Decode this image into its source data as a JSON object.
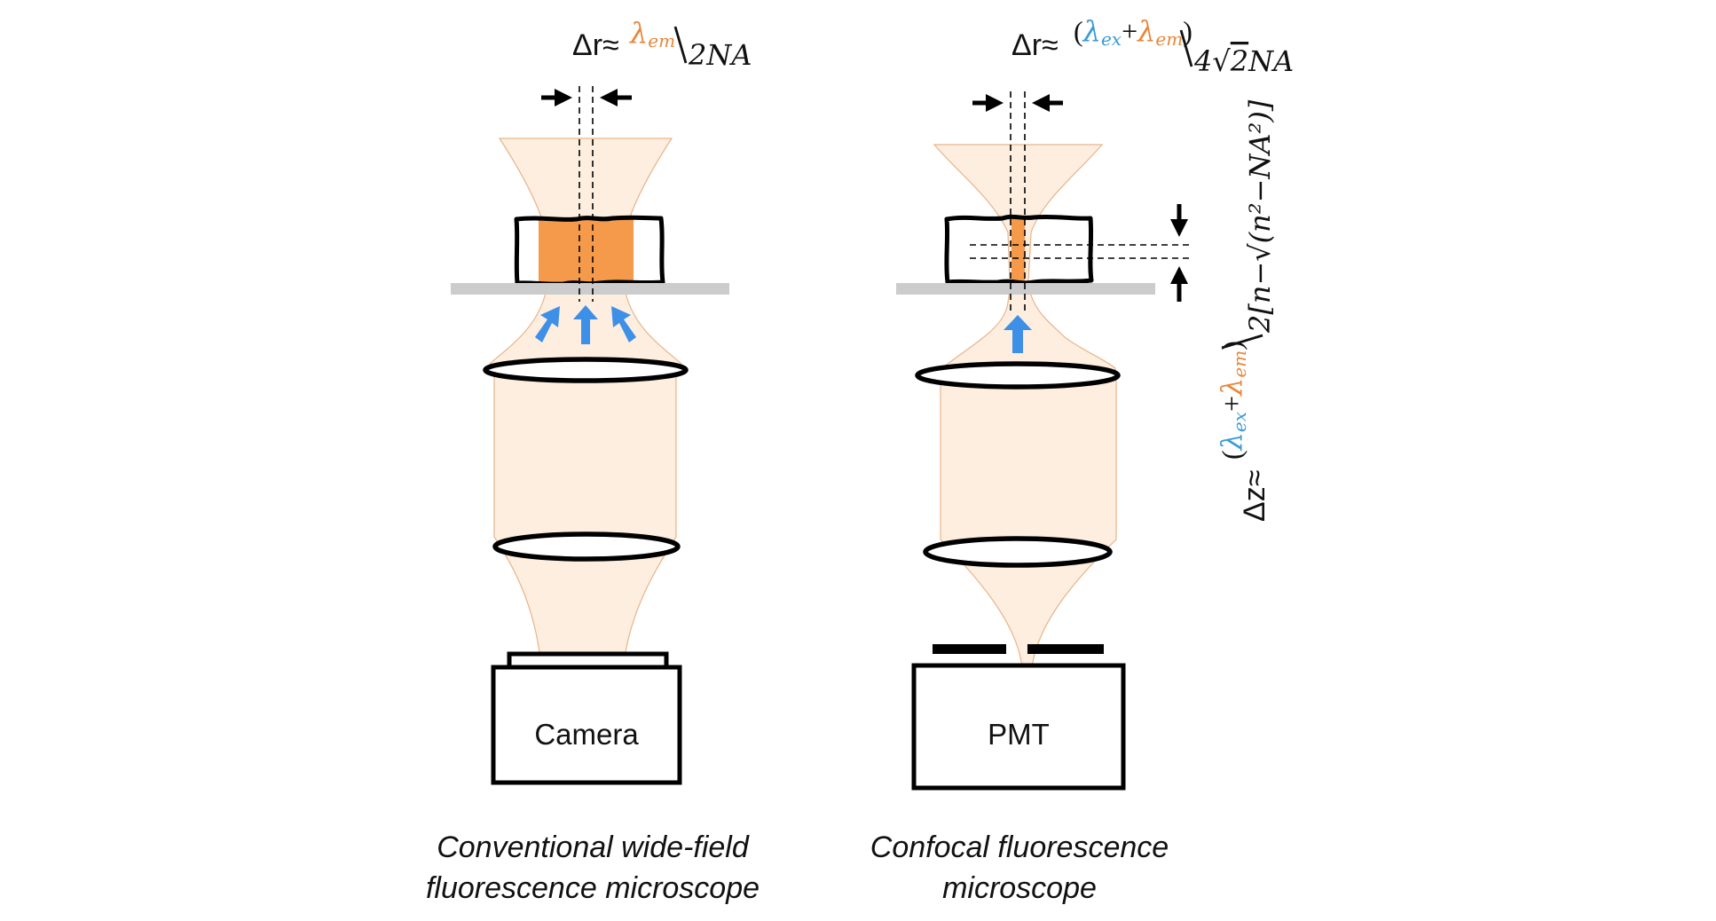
{
  "figure": {
    "colors": {
      "beam_fill": "#fdeee0",
      "beam_edge": "#e8b48a",
      "sample_fluorescence": "#f49a4a",
      "excitation_arrow": "#3d8fe8",
      "lambda_ex_text": "#3a9ad6",
      "lambda_em_text": "#e8873a",
      "cover_glass": "#cccccc"
    },
    "widefield": {
      "formula": {
        "lhs": "Δr≈",
        "numerator_symbol": "λ",
        "numerator_subscript": "em",
        "slash": "/",
        "denominator": "2NA"
      },
      "detector_label": "Camera",
      "caption_line1": "Conventional wide-field",
      "caption_line2": "fluorescence microscope"
    },
    "confocal": {
      "formula": {
        "lhs": "Δr≈",
        "open_paren": "(",
        "lambda_ex_symbol": "λ",
        "lambda_ex_subscript": "ex",
        "plus": "+",
        "lambda_em_symbol": "λ",
        "lambda_em_subscript": "em",
        "close_paren": ")",
        "slash": "/",
        "denominator_prefix": "4",
        "denominator_sqrt": "√",
        "denominator_radicand": "2",
        "denominator_suffix": "NA"
      },
      "axial_formula": {
        "lhs": "Δz≈",
        "open_paren": "(",
        "lambda_ex_symbol": "λ",
        "lambda_ex_subscript": "ex",
        "plus": "+",
        "lambda_em_symbol": "λ",
        "lambda_em_subscript": "em",
        "close_paren": ")",
        "slash": "/",
        "denominator": "2[n−√(n²−NA²)]"
      },
      "detector_label": "PMT",
      "caption_line1": "Confocal fluorescence",
      "caption_line2": "microscope"
    }
  }
}
